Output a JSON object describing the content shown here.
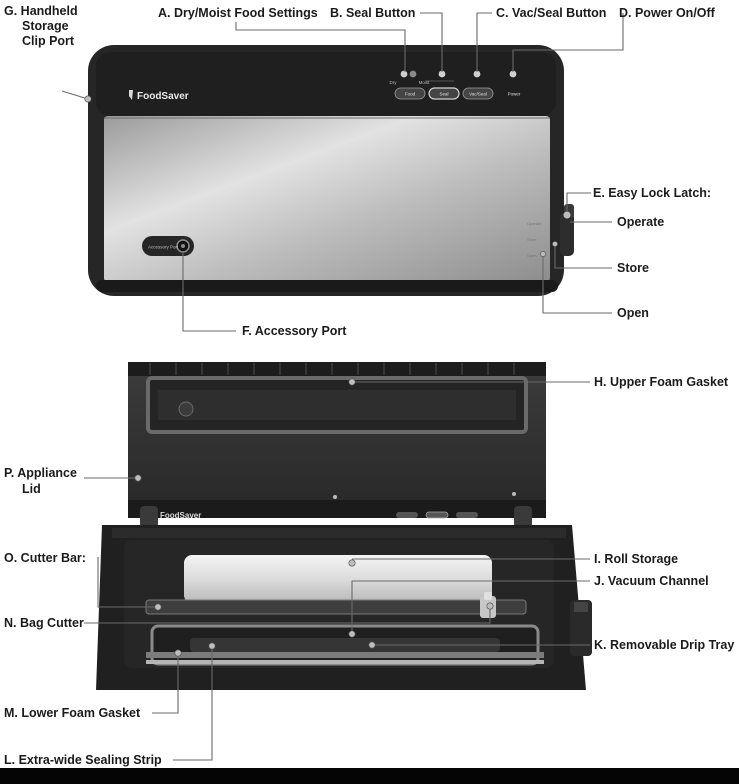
{
  "brand": "FoodSaver",
  "accessory_port_text": "Accessory Port",
  "control_panel": {
    "mode_labels": [
      "Dry",
      "Moist"
    ],
    "buttons": [
      "Food",
      "Seal",
      "Vac/Seal",
      "Power"
    ]
  },
  "latch_positions": [
    "Operate",
    "Store",
    "Open"
  ],
  "callouts": {
    "g": [
      "G. Handheld",
      "Storage",
      "Clip Port"
    ],
    "a": "A. Dry/Moist Food Settings",
    "b": "B. Seal Button",
    "c": "C. Vac/Seal Button",
    "d": "D. Power On/Off",
    "e": "E. Easy Lock Latch:",
    "e_operate": "Operate",
    "e_store": "Store",
    "e_open": "Open",
    "f": "F. Accessory Port",
    "h": "H. Upper Foam Gasket",
    "p": [
      "P. Appliance",
      "Lid"
    ],
    "o": "O. Cutter Bar:",
    "i": "I. Roll Storage",
    "j": "J. Vacuum Channel",
    "n": "N. Bag Cutter",
    "k": "K. Removable Drip Tray",
    "m": "M. Lower Foam Gasket",
    "l": "L. Extra-wide Sealing Strip"
  },
  "colors": {
    "body_dark": "#2b2b2b",
    "steel_light": "#d2d2d2",
    "steel_mid": "#a9a9a9",
    "leader_line": "#6a6a6a",
    "text": "#1b1b1b"
  }
}
